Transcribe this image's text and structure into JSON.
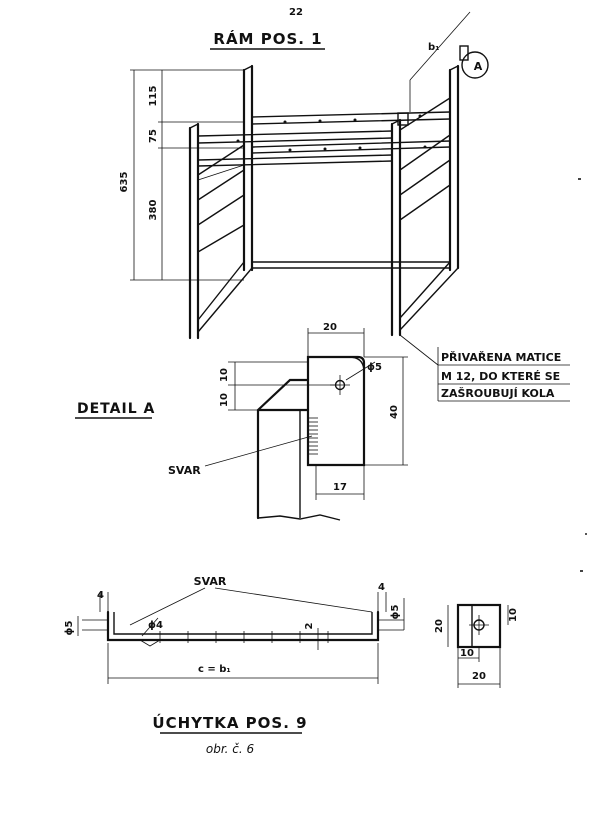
{
  "page_number": "22",
  "frame": {
    "title": "RÁM  POS. 1",
    "dim_total": "635",
    "dim_top": "115",
    "dim_mid": "75",
    "dim_low": "380",
    "dim_b1": "b₁",
    "callout": "A"
  },
  "detail": {
    "title": "DETAIL A",
    "dim_width": "20",
    "dim_hole": "ϕ5",
    "dim_10a": "10",
    "dim_10b": "10",
    "dim_height": "40",
    "dim_bottom": "17",
    "weld_label": "SVAR",
    "note_line1": "PŘIVAŘENA MATICE",
    "note_line2": "M 12, DO KTERÉ SE",
    "note_line3": "ZAŠROUBUJÍ KOLA"
  },
  "clip": {
    "title": "ÚCHYTKA  POS. 9",
    "weld_label": "SVAR",
    "dim_left_4": "4",
    "dim_right_4": "4",
    "dim_left_phi5": "ϕ5",
    "dim_right_phi5": "ϕ5",
    "dim_phi4": "ϕ4",
    "dim_2": "2",
    "dim_c": "c = b₁",
    "small_dim_20_v": "20",
    "small_dim_10_v": "10",
    "small_dim_10_h": "10",
    "small_dim_20_h": "20",
    "caption": "obr. č. 6"
  }
}
